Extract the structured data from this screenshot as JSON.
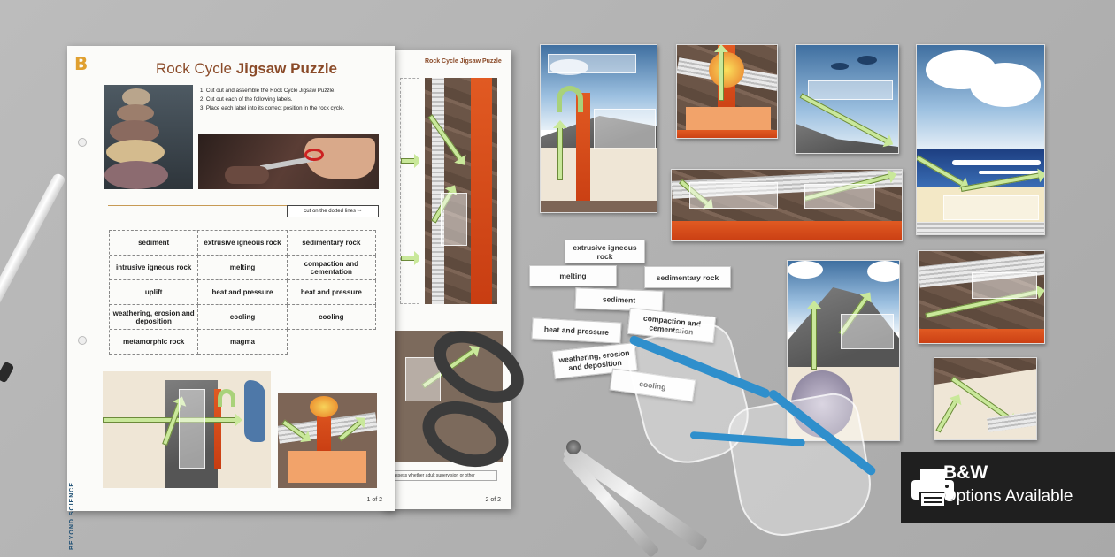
{
  "worksheet_front": {
    "logo": "B",
    "title_plain": "Rock Cycle ",
    "title_bold": "Jigsaw Puzzle",
    "instructions": [
      "1.  Cut out and assemble the Rock Cycle Jigsaw Puzzle.",
      "2.  Cut out each of the following labels.",
      "3.  Place each label into its correct position in the rock cycle."
    ],
    "cut_note": "cut on the dotted lines",
    "labels_grid": [
      "sediment",
      "extrusive igneous rock",
      "sedimentary rock",
      "intrusive igneous rock",
      "melting",
      "compaction and cementation",
      "uplift",
      "heat and pressure",
      "heat and pressure",
      "weathering, erosion and deposition",
      "cooling",
      "cooling",
      "metamorphic rock",
      "magma",
      ""
    ],
    "brand_vertical": "BEYOND SCIENCE",
    "page": "1 of 2"
  },
  "worksheet_back": {
    "title_plain": "Rock Cycle ",
    "title_bold": "Jigsaw Puzzle",
    "footer_note": "to assess whether adult supervision or other",
    "page": "2 of 2"
  },
  "cut_labels": [
    "extrusive igneous rock",
    "melting",
    "sedimentary rock",
    "sediment",
    "heat and pressure",
    "compaction and cementation",
    "weathering, erosion and deposition",
    "cooling"
  ],
  "badge": {
    "line1": "B&W",
    "line2": "Options Available",
    "icon": "printer-icon"
  },
  "colors": {
    "title_brown": "#8a4a28",
    "arrow_green": "#c9e89a",
    "magma_orange": "#e15a22",
    "glasses_blue": "#2f8fcc",
    "badge_bg": "#1f1f1f"
  }
}
